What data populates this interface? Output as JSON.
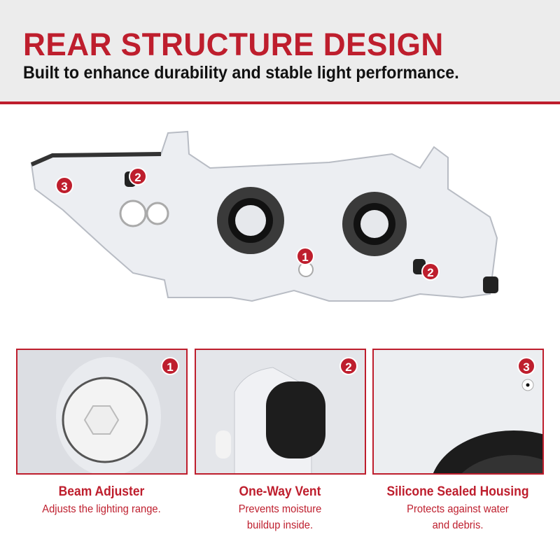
{
  "header": {
    "title": "REAR STRUCTURE DESIGN",
    "subtitle": "Built to enhance durability and stable light performance."
  },
  "markers": [
    "1",
    "2",
    "3",
    "2"
  ],
  "features": [
    {
      "number": "1",
      "title": "Beam Adjuster",
      "desc_lines": [
        "Adjusts the lighting range."
      ]
    },
    {
      "number": "2",
      "title": "One-Way Vent",
      "desc_lines": [
        "Prevents moisture",
        "buildup inside."
      ]
    },
    {
      "number": "3",
      "title": "Silicone Sealed Housing",
      "desc_lines": [
        "Protects against water",
        "and debris."
      ]
    }
  ],
  "colors": {
    "accent": "#be1e2d",
    "header_bg": "#ececec"
  }
}
